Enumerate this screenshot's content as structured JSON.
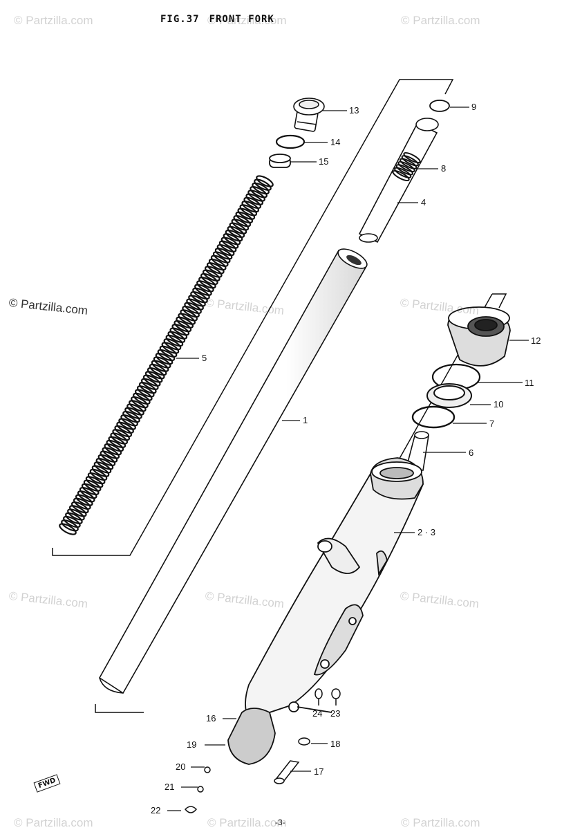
{
  "title": {
    "fig": "FIG.37",
    "name": "FRONT FORK"
  },
  "watermarks": [
    "© Partzilla.com",
    "© Partzilla.com",
    "© Partzilla.com",
    "© Partzilla.com",
    "© Partzilla.com",
    "© Partzilla.com",
    "© Partzilla.com",
    "© Partzilla.com",
    "© Partzilla.com",
    "© Partzilla.com",
    "© Partzilla.com",
    "© Partzilla.com"
  ],
  "parts": {
    "p13": "13",
    "p14": "14",
    "p15": "15",
    "p9": "9",
    "p8": "8",
    "p4": "4",
    "p5": "5",
    "p1": "1",
    "p12": "12",
    "p11": "11",
    "p10": "10",
    "p7": "7",
    "p6": "6",
    "p23": "2 · 3",
    "p24": "24",
    "p23b": "23",
    "p16": "16",
    "p19": "19",
    "p18": "18",
    "p20": "20",
    "p17": "17",
    "p21": "21",
    "p22": "22"
  },
  "direction_tag": "FWD",
  "page_number": "-3-"
}
